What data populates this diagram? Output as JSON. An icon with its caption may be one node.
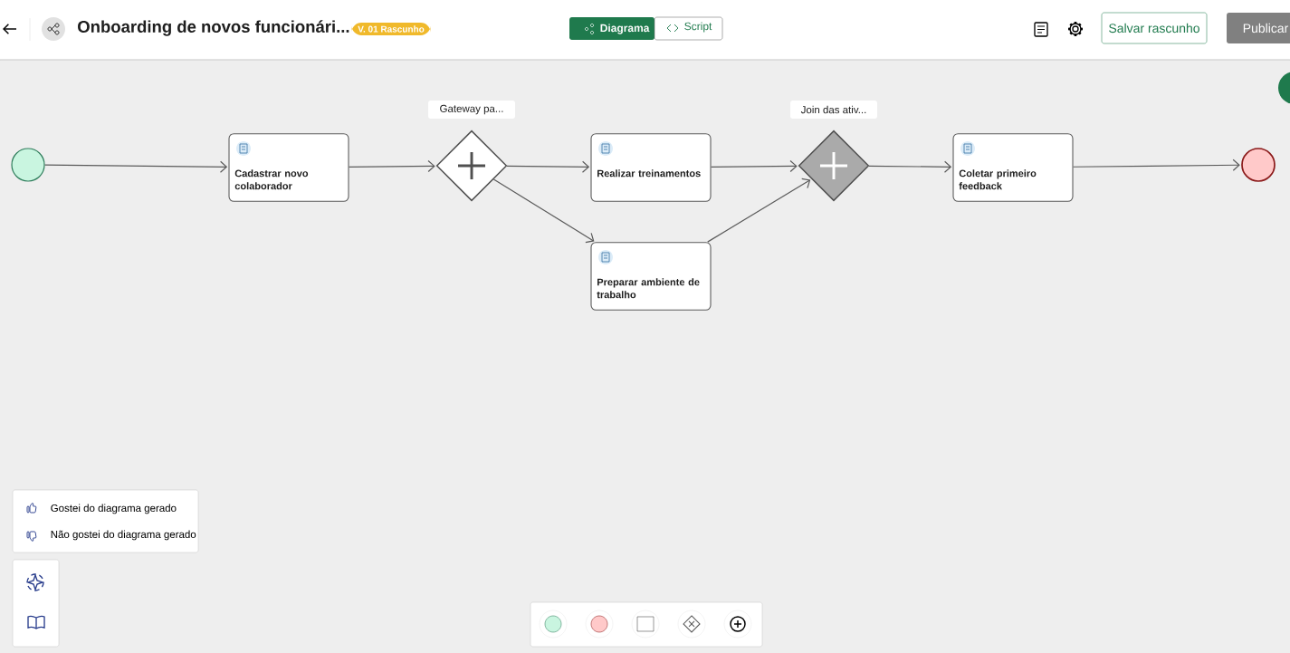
{
  "diagram": {
    "title": "Onboarding de novos funcionári...",
    "nodes": [
      {
        "text": [],
        "shape": "circle"
      },
      {
        "text": [
          "Cadastrar novo colaborador"
        ]
      },
      {
        "text": [],
        "shape": "diamond",
        "beside": [
          "Gateway pa..."
        ]
      },
      {
        "text": [
          "Realizar treinamentos"
        ]
      },
      {
        "text": [
          "Preparar ambiente de trabalho"
        ]
      },
      {
        "text": [],
        "shape": "diamond",
        "beside": [
          "Join das ativ..."
        ]
      },
      {
        "text": [
          "Coletar primeiro feedback"
        ]
      },
      {
        "text": [],
        "shape": "circle"
      }
    ],
    "edges": [
      {
        "from": 0,
        "to": 1,
        "arrow": "to"
      },
      {
        "from": 1,
        "to": 2,
        "arrow": "to"
      },
      {
        "from": 2,
        "to": 3,
        "arrow": "to"
      },
      {
        "from": 2,
        "to": 4,
        "arrow": "to"
      },
      {
        "from": 3,
        "to": 5,
        "arrow": "to"
      },
      {
        "from": 4,
        "to": 5,
        "arrow": "to"
      },
      {
        "from": 5,
        "to": 6,
        "arrow": "to"
      },
      {
        "from": 6,
        "to": 7,
        "arrow": "to"
      }
    ],
    "labels": [
      "V. 01 Rascunho",
      "Diagrama",
      "Script",
      "Salvar rascunho",
      "Publicar",
      "Gostei do diagrama gerado",
      "Não gostei do diagrama gerado"
    ]
  }
}
